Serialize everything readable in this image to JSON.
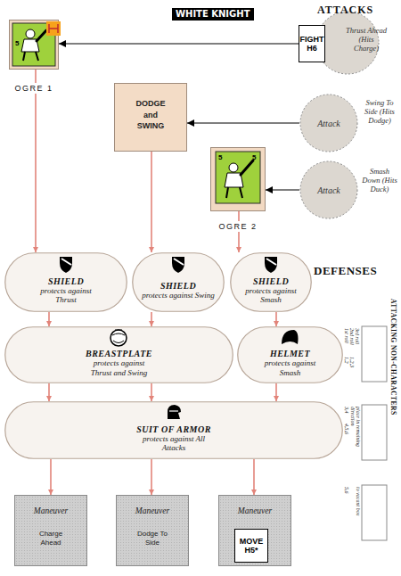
{
  "diagram": {
    "nodes": [
      {
        "text": [
          "OGRE 1"
        ]
      },
      {
        "text": [
          "FIGHT H6"
        ]
      },
      {
        "text": [
          "Thrust Ahead (Hits Charge)"
        ]
      },
      {
        "text": [
          "DODGE and SWING"
        ]
      },
      {
        "text": [
          "Attack",
          "Swing To Side (Hits Dodge)"
        ]
      },
      {
        "text": [
          "OGRE 2"
        ]
      },
      {
        "text": [
          "Attack",
          "Smash Down (Hits Duck)"
        ]
      },
      {
        "text": [
          "SHIELD",
          "protects against Thrust"
        ]
      },
      {
        "text": [
          "SHIELD",
          "protects against Swing"
        ]
      },
      {
        "text": [
          "SHIELD",
          "protects against Smash"
        ]
      },
      {
        "text": [
          "BREASTPLATE",
          "protects against Thrust and Swing"
        ]
      },
      {
        "text": [
          "HELMET",
          "protects against Smash"
        ]
      },
      {
        "text": [
          "SUIT OF ARMOR",
          "protects against All Attacks"
        ]
      },
      {
        "text": [
          "Maneuver",
          "Charge Ahead"
        ]
      },
      {
        "text": [
          "Maneuver",
          "Dodge To Side"
        ]
      },
      {
        "text": [
          "Maneuver"
        ]
      },
      {
        "text": [
          "MOVE H5*"
        ],
        "in": 15
      }
    ],
    "edges": [
      {
        "from": 1,
        "to": 0,
        "arrow": "to",
        "label": "WHITE KNIGHT"
      },
      {
        "from": 4,
        "to": 3,
        "arrow": "to"
      },
      {
        "from": 6,
        "to": 5,
        "arrow": "to"
      },
      {
        "from": 0,
        "to": 7,
        "arrow": "to"
      },
      {
        "from": 3,
        "to": 8,
        "arrow": "to"
      },
      {
        "from": 5,
        "to": 9,
        "arrow": "to"
      },
      {
        "from": 7,
        "to": 10,
        "arrow": "to"
      },
      {
        "from": 8,
        "to": 10,
        "arrow": "to"
      },
      {
        "from": 9,
        "to": 11,
        "arrow": "to"
      },
      {
        "from": 10,
        "to": 12,
        "arrow": "to"
      },
      {
        "from": 10,
        "to": 12,
        "arrow": "to"
      },
      {
        "from": 11,
        "to": 12,
        "arrow": "to"
      },
      {
        "from": 12,
        "to": 13,
        "arrow": "to"
      },
      {
        "from": 12,
        "to": 14,
        "arrow": "to"
      },
      {
        "from": 12,
        "to": 15,
        "arrow": "to"
      }
    ],
    "labels": [
      "ATTACKS",
      "DEFENSES",
      "ATTACKING NON-CHARACTERS",
      "1st roll",
      "2nd roll",
      "3rd roll",
      "1,2",
      "1,2,3",
      "3,4",
      "4,5,6",
      "place in remaining direction",
      "5,6",
      "to vacant box",
      "5",
      "5",
      "5"
    ]
  }
}
